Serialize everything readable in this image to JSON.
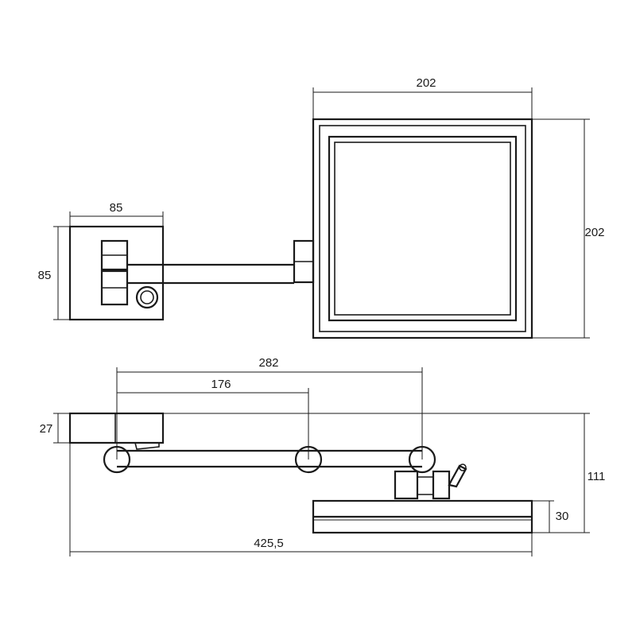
{
  "dimensions": {
    "mirror_width": "202",
    "mirror_height": "202",
    "base_width": "85",
    "base_height": "85",
    "arm_total": "282",
    "arm_segment": "176",
    "base_depth": "27",
    "overall_depth": "111",
    "mirror_thickness": "30",
    "overall_length": "425,5"
  }
}
